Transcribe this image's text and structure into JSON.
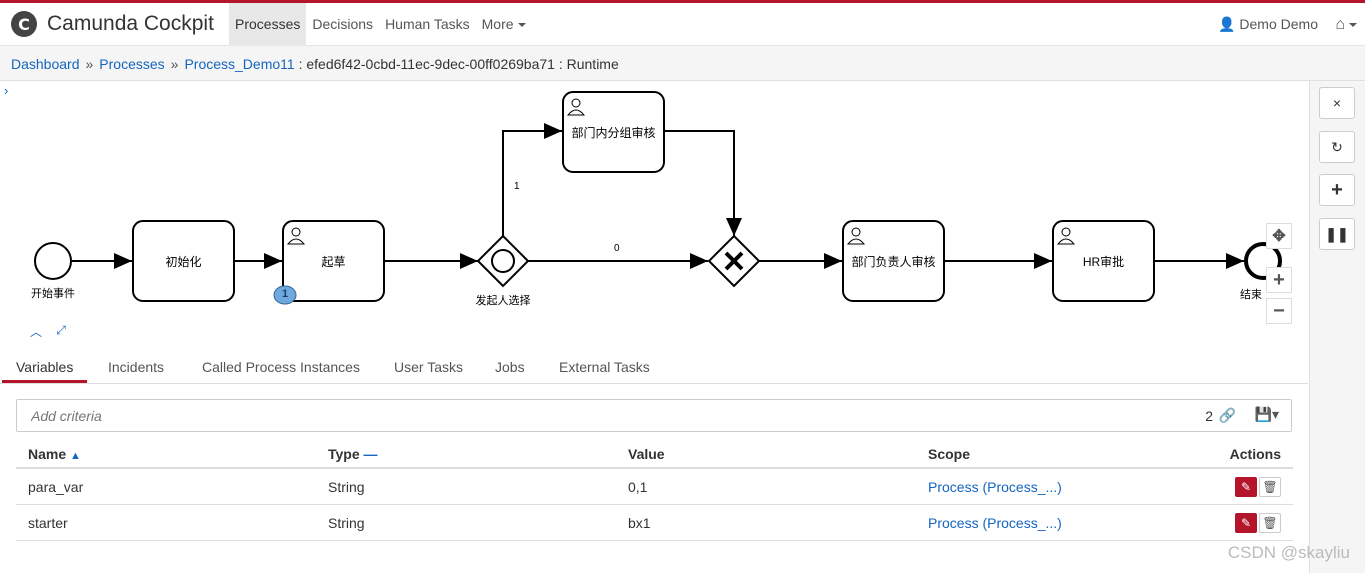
{
  "app": {
    "title": "Camunda Cockpit",
    "logo_letter": "C"
  },
  "nav": {
    "items": [
      "Processes",
      "Decisions",
      "Human Tasks",
      "More"
    ],
    "active": "Processes"
  },
  "user": {
    "name": "Demo Demo"
  },
  "breadcrumb": {
    "links": [
      "Dashboard",
      "Processes",
      "Process_Demo11"
    ],
    "current": "efed6f42-0cbd-11ec-9dec-00ff0269ba71",
    "suffix": "Runtime"
  },
  "diagram": {
    "start_event": "开始事件",
    "task_init": "初始化",
    "task_draft": "起草",
    "draft_badge": "1",
    "gateway_choice": "发起人选择",
    "task_group_review": "部门内分组审核",
    "task_dept_head": "部门负责人审核",
    "task_hr": "HR审批",
    "end_event": "结束",
    "flow_label_1": "1",
    "flow_label_0": "0"
  },
  "tabs": [
    "Variables",
    "Incidents",
    "Called Process Instances",
    "User Tasks",
    "Jobs",
    "External Tasks"
  ],
  "active_tab": "Variables",
  "criteria": {
    "placeholder": "Add criteria",
    "count": "2"
  },
  "table": {
    "headers": [
      "Name",
      "Type",
      "Value",
      "Scope",
      "Actions"
    ],
    "rows": [
      {
        "name": "para_var",
        "type": "String",
        "value": "0,1",
        "scope": "Process (Process_...)"
      },
      {
        "name": "starter",
        "type": "String",
        "value": "bx1",
        "scope": "Process (Process_...)"
      }
    ]
  },
  "watermark": "CSDN @skayliu",
  "colors": {
    "brand": "#b5152b",
    "link": "#1565c0",
    "badge": "#6fa8dc"
  }
}
